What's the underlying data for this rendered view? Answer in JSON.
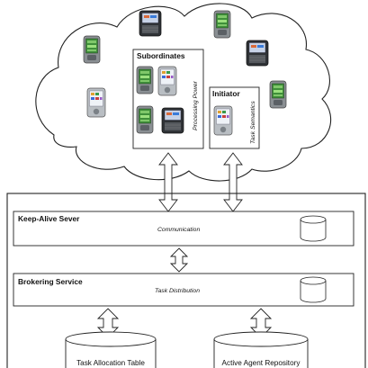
{
  "cloud": {
    "subordinates": {
      "title": "Subordinates",
      "side_label": "Processing Power"
    },
    "initiator": {
      "title": "Initiator",
      "side_label": "Task Semantics"
    }
  },
  "server": {
    "keep_alive": {
      "title": "Keep-Alive Sever",
      "sub_label": "Communication"
    },
    "brokering": {
      "title": "Brokering Service",
      "sub_label": "Task Distribution"
    }
  },
  "stores": {
    "left": "Task Allocation Table",
    "right": "Active Agent Repository"
  }
}
